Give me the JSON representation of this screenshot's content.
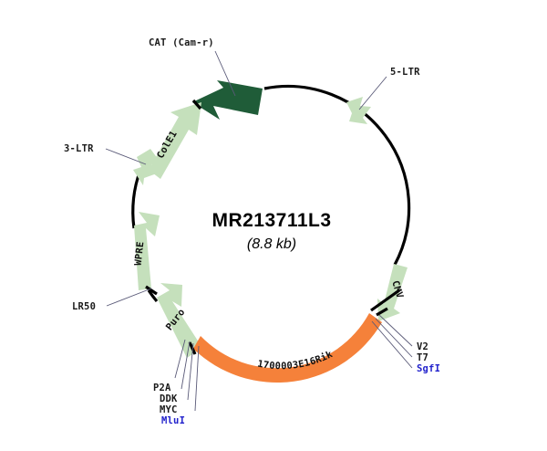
{
  "plasmid": {
    "name": "MR213711L3",
    "size": "(8.8 kb)",
    "backbone_color": "#000000"
  },
  "colors": {
    "light_green": "#c5e0bc",
    "dark_green": "#1f5c38",
    "orange": "#f5813a",
    "enzyme_blue": "#2222cc",
    "leader_line": "#5a5a78",
    "text": "#111111"
  },
  "features": [
    {
      "id": "cat",
      "label": "CAT (Cam-r)",
      "on_arrow_text": "",
      "color": "#1f5c38",
      "direction": "counterclockwise",
      "labeled_outside": true
    },
    {
      "id": "cole1",
      "label": "ColE1",
      "on_arrow_text": "ColE1",
      "color": "#c5e0bc",
      "direction": "clockwise",
      "labeled_outside": false
    },
    {
      "id": "ltr5",
      "label": "5-LTR",
      "on_arrow_text": "",
      "color": "#c5e0bc",
      "direction": "clockwise",
      "labeled_outside": true
    },
    {
      "id": "ltr3",
      "label": "3-LTR",
      "on_arrow_text": "",
      "color": "#c5e0bc",
      "direction": "counterclockwise",
      "labeled_outside": true
    },
    {
      "id": "wpre",
      "label": "WPRE",
      "on_arrow_text": "WPRE",
      "color": "#c5e0bc",
      "direction": "counterclockwise",
      "labeled_outside": false
    },
    {
      "id": "puro",
      "label": "Puro",
      "on_arrow_text": "Puro",
      "color": "#c5e0bc",
      "direction": "counterclockwise",
      "labeled_outside": false
    },
    {
      "id": "cmv",
      "label": "CMV",
      "on_arrow_text": "CMV",
      "color": "#c5e0bc",
      "direction": "counterclockwise",
      "labeled_outside": false
    },
    {
      "id": "insert",
      "label": "1700003E16Rik",
      "on_arrow_text": "1700003E16Rik",
      "color": "#f5813a",
      "direction": "clockwise",
      "labeled_outside": false
    }
  ],
  "callouts": {
    "left": [
      {
        "id": "ltr3",
        "text": "3-LTR",
        "kind": "feature"
      },
      {
        "id": "lr50",
        "text": "LR50",
        "kind": "feature"
      }
    ],
    "top": [
      {
        "id": "cat",
        "text": "CAT (Cam-r)",
        "kind": "feature"
      },
      {
        "id": "ltr5",
        "text": "5-LTR",
        "kind": "feature"
      }
    ],
    "bottom_left": [
      {
        "id": "p2a",
        "text": "P2A",
        "kind": "feature"
      },
      {
        "id": "ddk",
        "text": "DDK",
        "kind": "feature"
      },
      {
        "id": "myc",
        "text": "MYC",
        "kind": "feature"
      },
      {
        "id": "mlui",
        "text": "MluI",
        "kind": "enzyme"
      }
    ],
    "bottom_right": [
      {
        "id": "v2",
        "text": "V2",
        "kind": "feature"
      },
      {
        "id": "t7",
        "text": "T7",
        "kind": "feature"
      },
      {
        "id": "sgfi",
        "text": "SgfI",
        "kind": "enzyme"
      }
    ]
  }
}
